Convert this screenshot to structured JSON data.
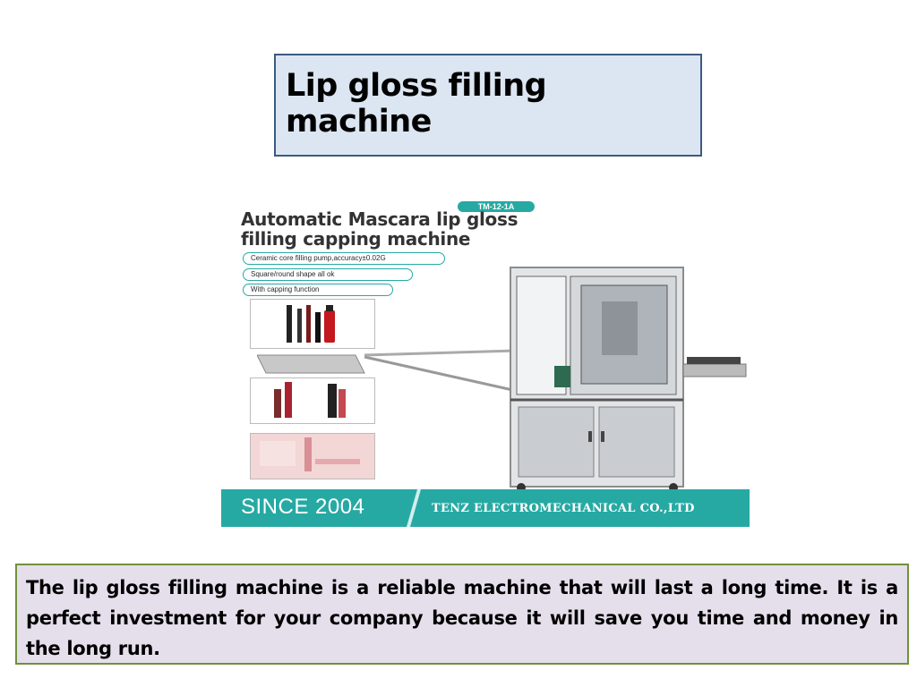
{
  "slide": {
    "title": "Lip gloss filling machine",
    "description": "The lip gloss filling machine is a reliable machine that will last a long time. It is a perfect investment for your company because it will save you time and money in the long run."
  },
  "product_image": {
    "badge": "TM-12-1A",
    "heading_line1": "Automatic Mascara lip gloss",
    "heading_line2": "filling capping machine",
    "features": [
      "Ceramic core filling pump,accuracy±0.02G",
      "Square/round shape all ok",
      "With capping function"
    ],
    "since": "SINCE 2004",
    "company": "TENZ ELECTROMECHANICAL CO.,LTD",
    "colors": {
      "accent": "#27a9a3",
      "title_box": "#dce6f2",
      "desc_box": "#e5dfec"
    }
  }
}
